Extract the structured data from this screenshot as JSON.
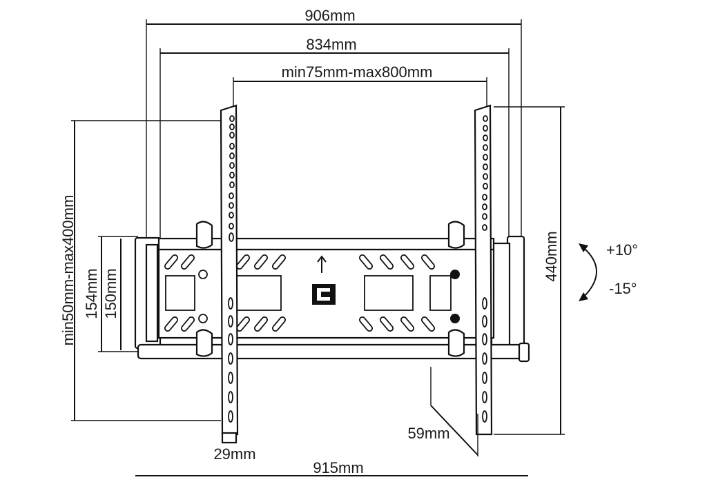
{
  "dimensions": {
    "width_906": "906mm",
    "width_834": "834mm",
    "vesa_horizontal": "min75mm-max800mm",
    "vesa_vertical": "min50mm-max400mm",
    "height_154": "154mm",
    "height_150": "150mm",
    "height_440": "440mm",
    "profile_59": "59mm",
    "arm_29": "29mm",
    "base_915": "915mm"
  },
  "tilt": {
    "up": "+10°",
    "down": "-15°"
  },
  "colors": {
    "ink": "#111111",
    "background": "#ffffff"
  }
}
